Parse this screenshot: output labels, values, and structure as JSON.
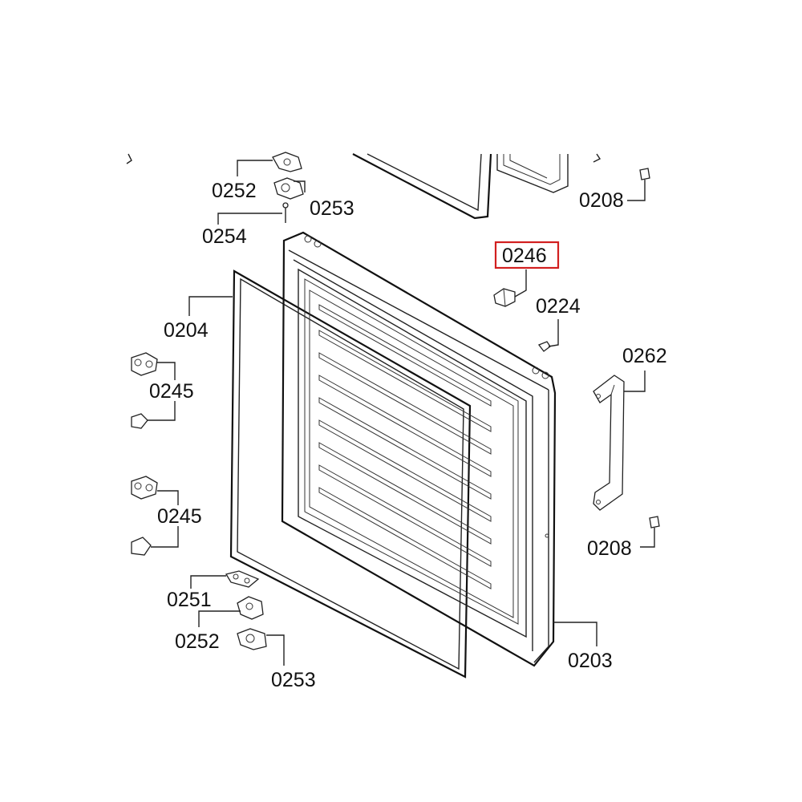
{
  "diagram": {
    "highlight_color": "#d21f1f",
    "line_color": "#222222",
    "labels": {
      "l0252_top": "0252",
      "l0253_top": "0253",
      "l0254": "0254",
      "l0208_top": "0208",
      "l0246": "0246",
      "l0224": "0224",
      "l0204": "0204",
      "l0245_a": "0245",
      "l0245_b": "0245",
      "l0262": "0262",
      "l0208_bottom": "0208",
      "l0251": "0251",
      "l0252_bottom": "0252",
      "l0253_bottom": "0253",
      "l0203": "0203"
    },
    "highlighted_part": "0246"
  }
}
